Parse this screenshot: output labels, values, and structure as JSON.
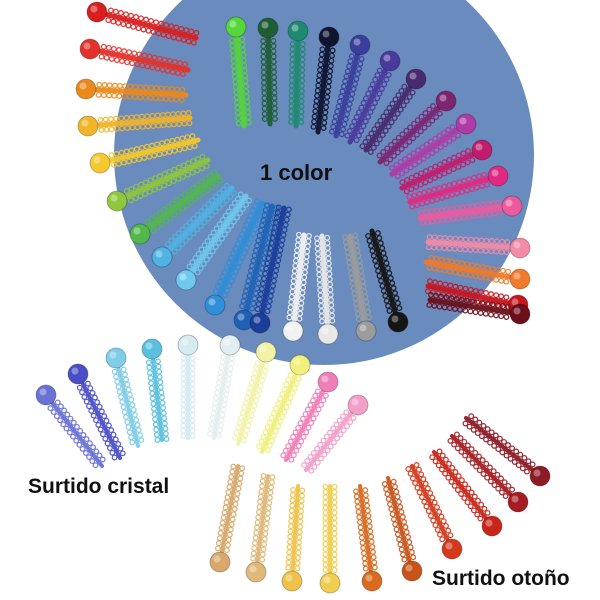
{
  "labels": {
    "main": "1 color",
    "cristal": "Surtido cristal",
    "otono": "Surtido otoño"
  },
  "colors": {
    "background": "#ffffff",
    "disc": "#6a8bbd",
    "caption": "#111111"
  },
  "groups": {
    "one_color": [
      "#d81e1e",
      "#e3322b",
      "#ea8a1c",
      "#f2b52a",
      "#f5c92c",
      "#8fc63d",
      "#52b84a",
      "#4fb3e3",
      "#6fc8ee",
      "#2f8fd8",
      "#1f62b5",
      "#1a3f9a",
      "#f2f2f2",
      "#e8e8e8",
      "#9c9c9c",
      "#151515",
      "#55d63a",
      "#1f5e35",
      "#1f8a70",
      "#0f1430",
      "#3a3f9d",
      "#4a3a9c",
      "#4a2a6e",
      "#7e2572",
      "#b03aa6",
      "#c21c6c",
      "#e02a82",
      "#ee5aa0",
      "#f28aa8",
      "#f07b2a",
      "#c8151e",
      "#6b0f1a"
    ],
    "cristal": [
      "#6a72d6",
      "#4a4fc8",
      "#7fcde8",
      "#5bc0e0",
      "#d5ebf0",
      "#e3eef0",
      "#f2f2a6",
      "#f0f07a",
      "#f07fb8",
      "#f49fc8"
    ],
    "otono": [
      "#d9a86a",
      "#e0b877",
      "#f0c24a",
      "#f2ce50",
      "#d96a1f",
      "#c9541a",
      "#d33a1c",
      "#c8261a",
      "#a51d22",
      "#8d1a24"
    ]
  }
}
